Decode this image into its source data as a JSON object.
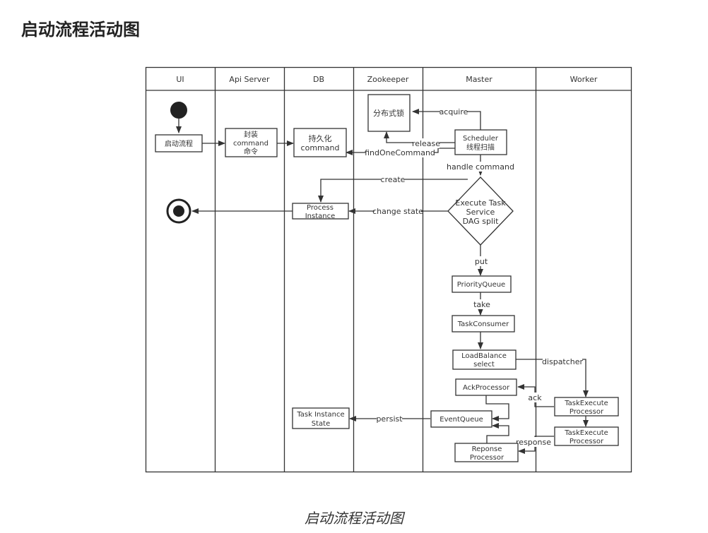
{
  "page": {
    "title": "启动流程活动图",
    "caption": "启动流程活动图"
  },
  "lanes": [
    "UI",
    "Api Server",
    "DB",
    "Zookeeper",
    "Master",
    "Worker"
  ],
  "nodes": {
    "ui_start_flow": "启动流程",
    "api_wrap_line1": "封装",
    "api_wrap_line2": "command",
    "api_wrap_line3": "命令",
    "db_persist_line1": "持久化",
    "db_persist_line2": "command",
    "zk_lock": "分布式锁",
    "scheduler_line1": "Scheduler",
    "scheduler_line2": "线程扫描",
    "exec_line1": "Execute Task",
    "exec_line2": "Service",
    "exec_line3": "DAG split",
    "process_instance_line1": "Process",
    "process_instance_line2": "Instance",
    "priority_queue": "PriorityQueue",
    "task_consumer": "TaskConsumer",
    "load_balance_line1": "LoadBalance",
    "load_balance_line2": "select",
    "ack_processor": "AckProcessor",
    "event_queue": "EventQueue",
    "task_instance_state_line1": "Task Instance",
    "task_instance_state_line2": "State",
    "response_processor_line1": "Reponse",
    "response_processor_line2": "Processor",
    "task_execute_1_line1": "TaskExecute",
    "task_execute_1_line2": "Processor",
    "task_execute_2_line1": "TaskExecute",
    "task_execute_2_line2": "Processor"
  },
  "edge_labels": {
    "acquire": "acquire",
    "release": "release",
    "find_one_command": "findOneCommand",
    "handle_command": "handle command",
    "create": "create",
    "change_state": "change state",
    "put": "put",
    "take": "take",
    "dispatcher": "dispatcher",
    "ack": "ack",
    "persist": "persist",
    "response": "response"
  }
}
